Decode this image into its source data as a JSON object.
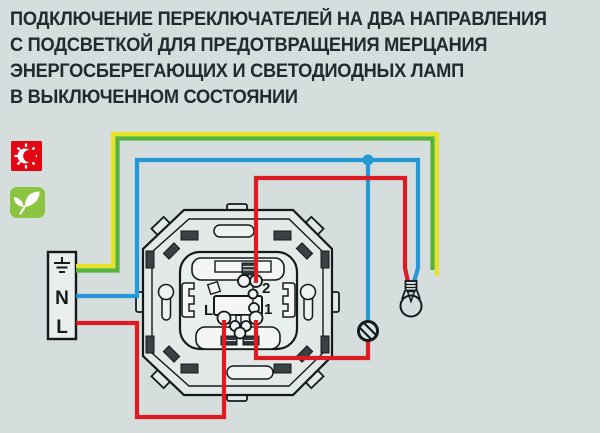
{
  "title": {
    "lines": [
      "ПОДКЛЮЧЕНИЕ ПЕРЕКЛЮЧАТЕЛЕЙ НА ДВА НАПРАВЛЕНИЯ",
      "С ПОДСВЕТКОЙ ДЛЯ ПРЕДОТВРАЩЕНИЯ МЕРЦАНИЯ",
      "ЭНЕРГОСБЕРЕГАЮЩИХ И СВЕТОДИОДНЫХ ЛАМП",
      "В ВЫКЛЮЧЕННОМ СОСТОЯНИИ"
    ]
  },
  "legend": {
    "night_icon": "crescent-moon-with-rays",
    "eco_icon": "sprout-leaves"
  },
  "supply": {
    "earth_symbol": "earth-ground",
    "neutral_label": "N",
    "line_label": "L"
  },
  "switch_mech": {
    "common_label": "L",
    "terminal_1_label": "1",
    "terminal_2_label": "2"
  },
  "components": {
    "lamp": "incandescent-lamp-symbol",
    "compensator": "compensator-hatched-circle",
    "junction": "neutral-junction-dot"
  },
  "colors": {
    "background": "#d5dedd",
    "title_text": "#222a2e",
    "wire_phase_red": "#dc1b22",
    "wire_neutral_blue": "#2598d5",
    "wire_earth_yellow": "#e8e326",
    "wire_earth_green": "#55b438",
    "night_icon_bg": "#e30613",
    "eco_icon_bg": "#8bc440",
    "outline_black": "#14191b"
  }
}
